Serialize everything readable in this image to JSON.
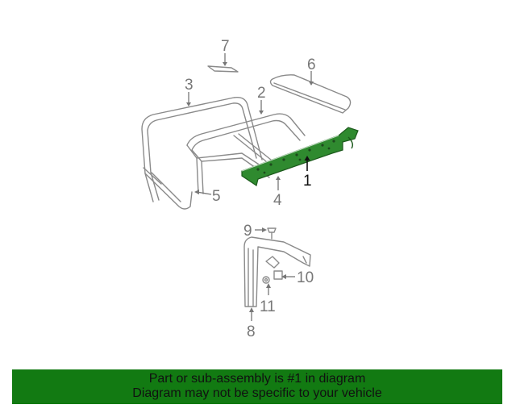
{
  "diagram": {
    "callouts": {
      "c1": "1",
      "c2": "2",
      "c3": "3",
      "c4": "4",
      "c5": "5",
      "c6": "6",
      "c7": "7",
      "c8": "8",
      "c9": "9",
      "c10": "10",
      "c11": "11"
    },
    "highlight_color": "#2f8a2f"
  },
  "banner": {
    "line1": "Part or sub-assembly is #1 in diagram",
    "line2": "Diagram may not be specific to your vehicle",
    "color": "#127a12"
  }
}
